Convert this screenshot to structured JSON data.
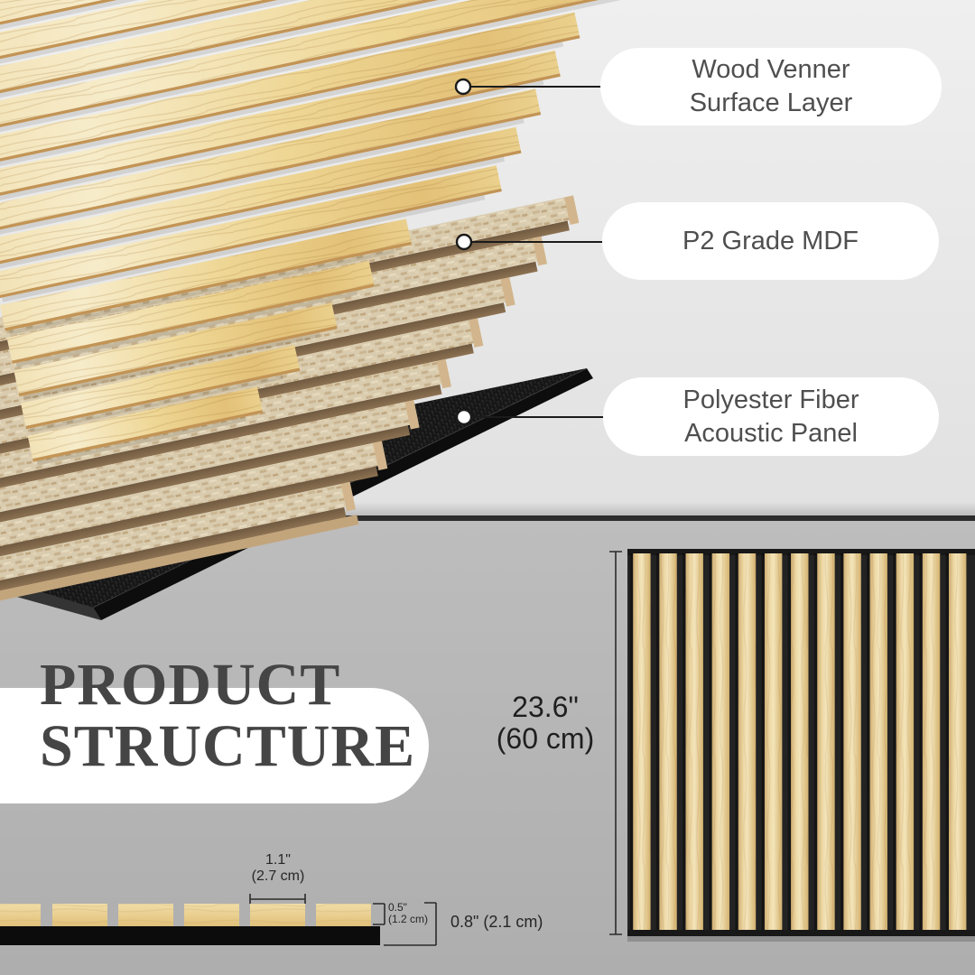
{
  "header_labels": {
    "layer1": "Wood Venner\nSurface Layer",
    "layer2": "P2 Grade MDF",
    "layer3": "Polyester Fiber\nAcoustic Panel"
  },
  "title": "PRODUCT\nSTRUCTURE",
  "dimensions": {
    "slat_width": "1.1\"\n(2.7 cm)",
    "slat_thickness": "0.5\"\n(1.2 cm)",
    "panel_thickness": "0.8\" (2.1 cm)",
    "panel_height": "23.6\"\n(60 cm)"
  },
  "colors": {
    "top_background": "#e9e9e9",
    "bottom_background": "#b9b9b9",
    "divider": "#2d2d2d",
    "wood": "#eed696",
    "wood_edge": "#c29455",
    "mdf": "#d9cbae",
    "mdf_groove": "#7c6347",
    "acoustic_black": "#181818",
    "pill_background": "#ffffff",
    "label_text": "#4f4f4f",
    "title_text": "#454545"
  }
}
